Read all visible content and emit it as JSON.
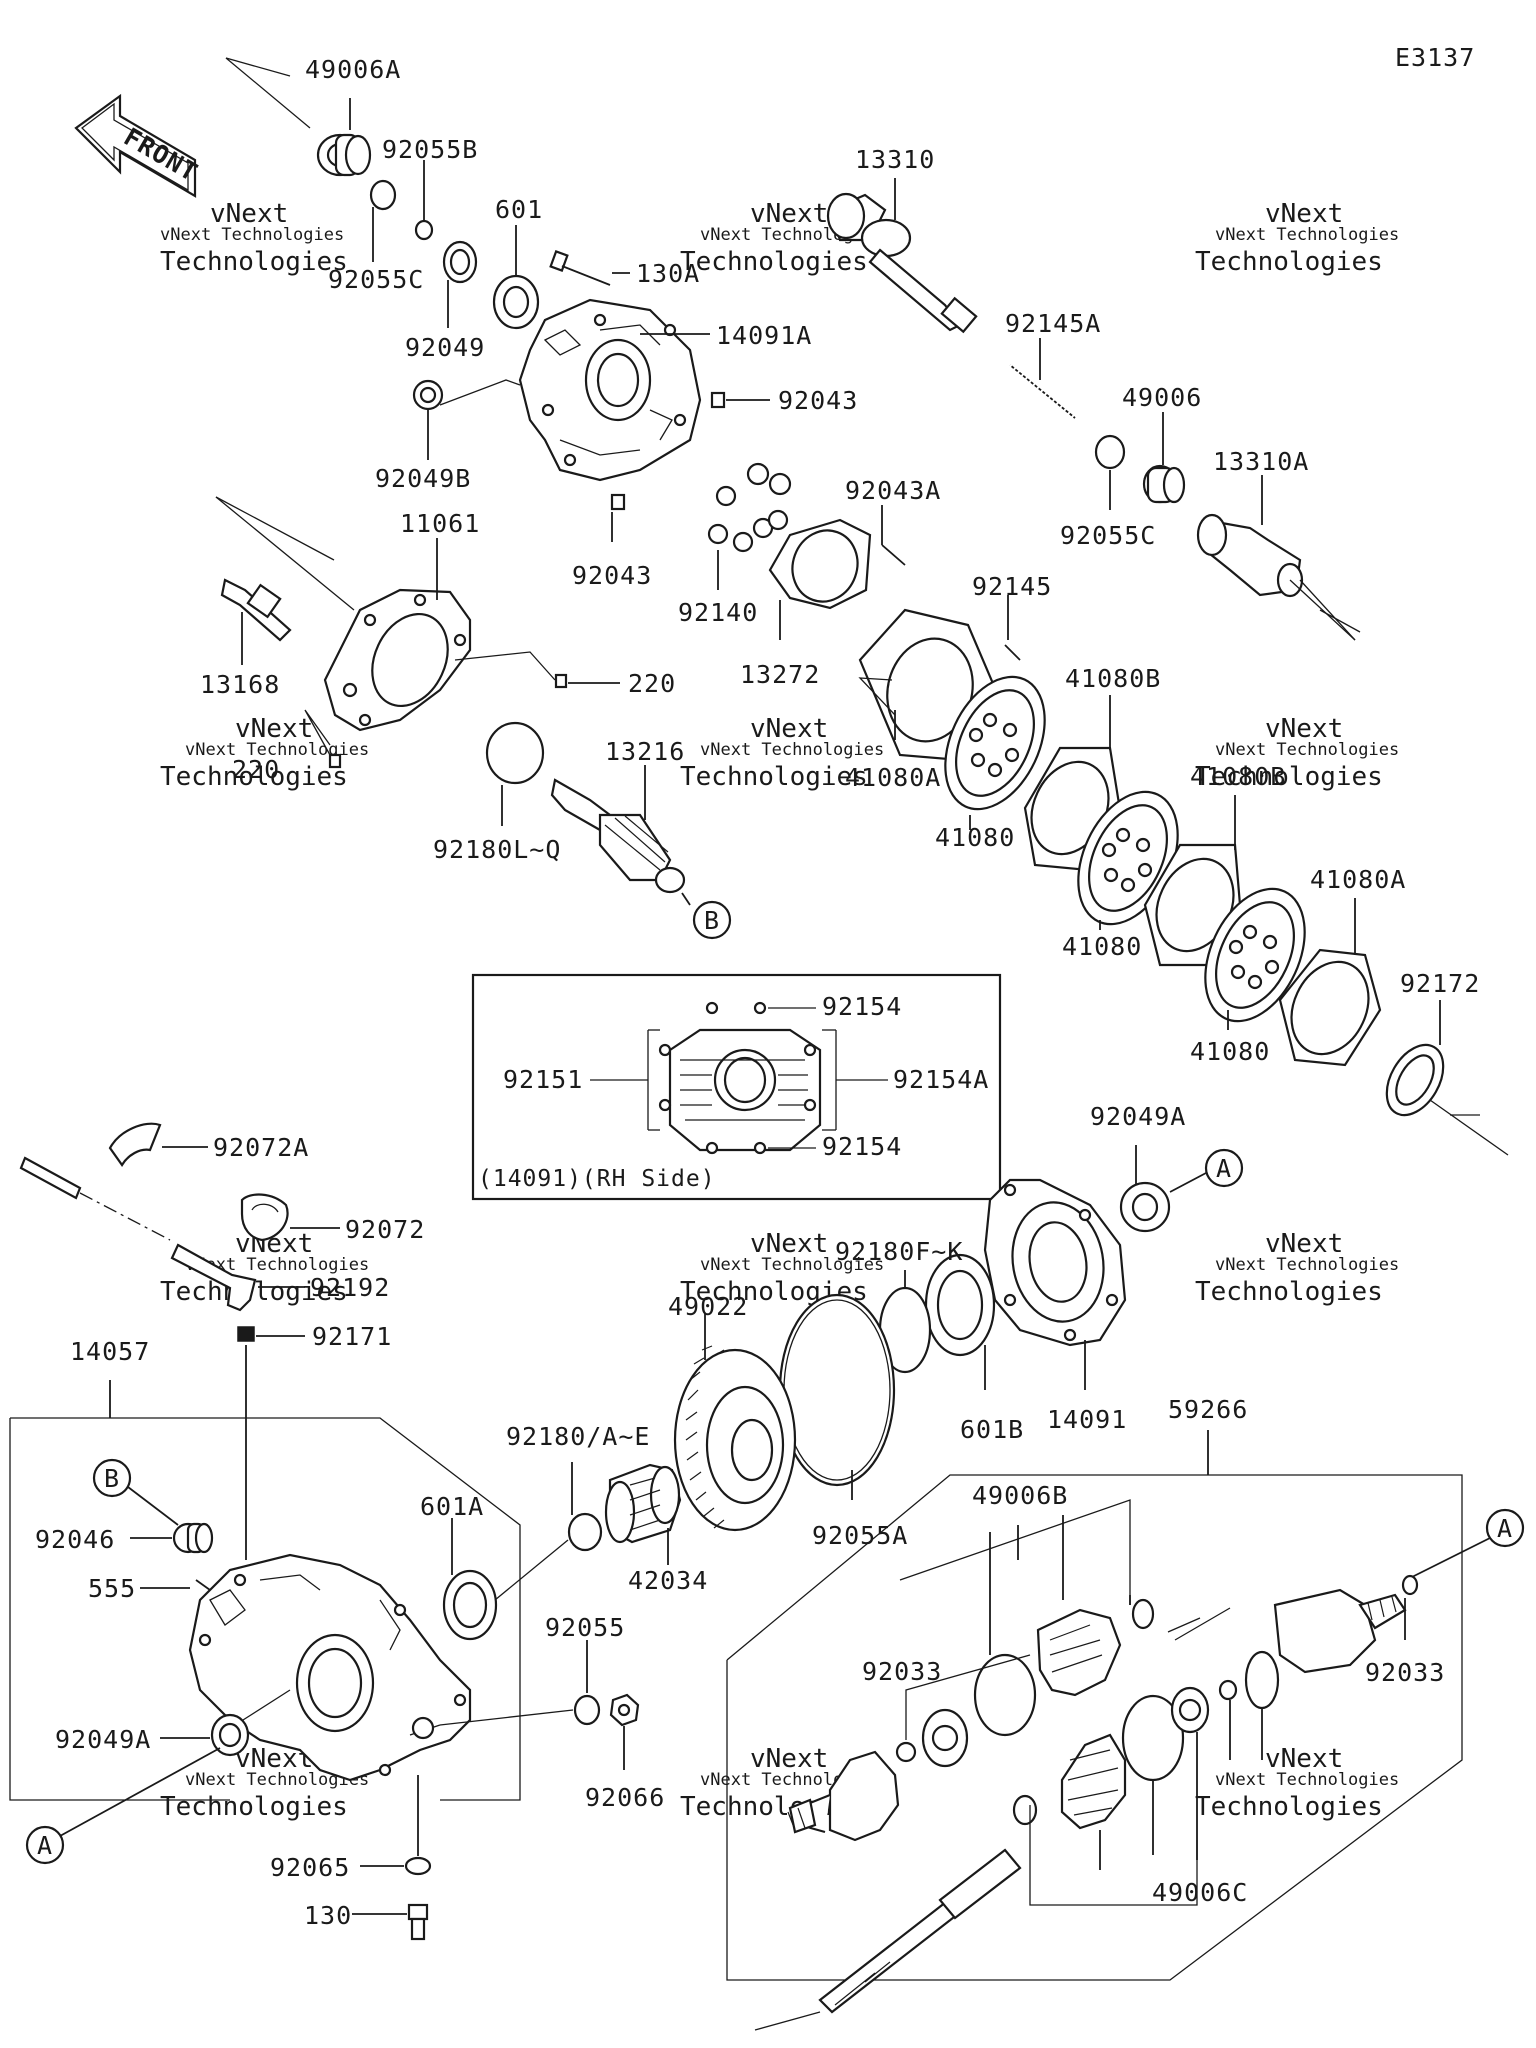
{
  "diagram": {
    "code": "E3137",
    "front_label": "FRONT",
    "inset_caption": "(14091)(RH Side)",
    "watermark": [
      "vNext",
      "vNext Technologies",
      "Technologies"
    ],
    "callouts": {
      "A": "A",
      "B": "B"
    },
    "labels": {
      "p49006A": "49006A",
      "p92055B": "92055B",
      "p92055C_top": "92055C",
      "p601": "601",
      "p92049": "92049",
      "p130A": "130A",
      "p14091A": "14091A",
      "p92043_right": "92043",
      "p92049B": "92049B",
      "p92043_bottom": "92043",
      "p13310": "13310",
      "p92145A": "92145A",
      "p49006": "49006",
      "p13310A": "13310A",
      "p92055C_right": "92055C",
      "p11061": "11061",
      "p13168": "13168",
      "p220_right": "220",
      "p220_left": "220",
      "p92180LQ": "92180L~Q",
      "p13216": "13216",
      "p92140": "92140",
      "p13272": "13272",
      "p92043A": "92043A",
      "p92145": "92145",
      "p41080A_left": "41080A",
      "p41080_1": "41080",
      "p41080B_1": "41080B",
      "p41080_2": "41080",
      "p41080B_2": "41080B",
      "p41080A_right": "41080A",
      "p41080_3": "41080",
      "p92172": "92172",
      "p92154_top": "92154",
      "p92151": "92151",
      "p92154A": "92154A",
      "p92154_bottom": "92154",
      "p92072A": "92072A",
      "p92072": "92072",
      "p92192": "92192",
      "p92171": "92171",
      "p92049A_top": "92049A",
      "p92180FK": "92180F~K",
      "p49022": "49022",
      "p601B": "601B",
      "p14091": "14091",
      "p92055A": "92055A",
      "p59266": "59266",
      "p14057": "14057",
      "p92180AE": "92180/A~E",
      "p601A": "601A",
      "p42034": "42034",
      "p92046": "92046",
      "p555": "555",
      "p92049A_bottom": "92049A",
      "p92055": "92055",
      "p92066": "92066",
      "p92065": "92065",
      "p130": "130",
      "p49006B": "49006B",
      "p92033_left": "92033",
      "p92033_right": "92033",
      "p49006C": "49006C"
    }
  }
}
